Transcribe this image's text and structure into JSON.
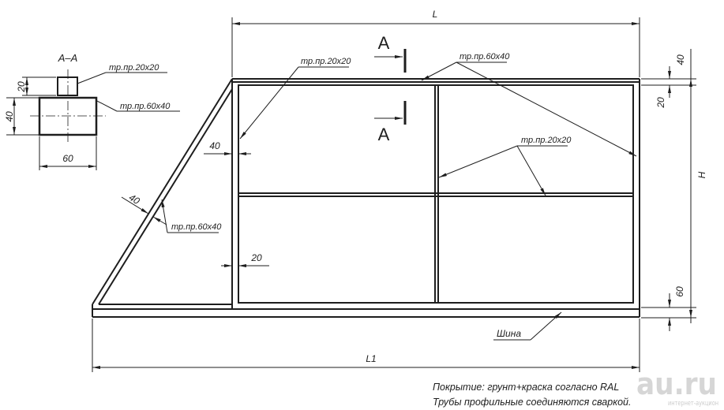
{
  "section": {
    "title": "A–A",
    "label_small_tube": "тр.пр.20х20",
    "label_large_tube": "тр.пр.60х40",
    "dim_small_height": "20",
    "dim_large_height": "40",
    "dim_width": "60"
  },
  "frame": {
    "dim_length": "L",
    "section_mark_top": "A",
    "section_mark_bottom": "A",
    "label_post_tube": "тр.пр.20х20",
    "label_top_tube": "тр.пр.60х40",
    "label_inner_tube": "тр.пр.20х20",
    "label_diagonal_tube": "тр.пр.60х40",
    "dim_post_width": "40",
    "dim_inner_width": "20",
    "dim_diagonal_width": "40",
    "dim_top_rail": "40",
    "dim_top_inner": "20",
    "dim_height": "H",
    "dim_bottom_rail": "60",
    "label_rail": "Шина",
    "dim_total_length": "L1"
  },
  "notes": {
    "line1": "Покрытие: грунт+краска согласно RAL",
    "line2": "Трубы профильные соединяются сваркой."
  },
  "watermark": {
    "logo": "au.ru",
    "tagline": "интернет-аукцион"
  },
  "colors": {
    "ink": "#1e1e1e",
    "watermark": "#d6d6d6",
    "background": "#ffffff"
  }
}
